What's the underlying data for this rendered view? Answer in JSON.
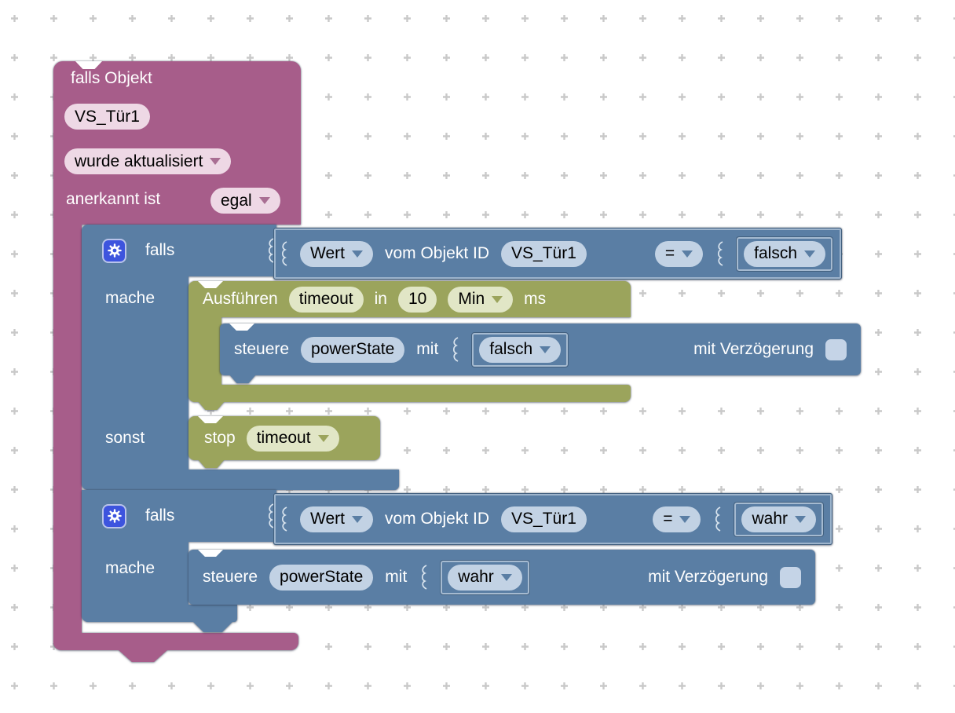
{
  "colors": {
    "magenta": "#a75d8a",
    "magenta_field": "#eed8e5",
    "blue": "#5a7ea4",
    "blue_field": "#c2d2e4",
    "olive": "#9ba45c",
    "olive_field": "#e1e6c6",
    "gear_button": "#3d54de",
    "grid_cross": "#c9c9c9"
  },
  "icons": {
    "gear": "gear-icon",
    "dropdown_arrow": "chevron-down-icon",
    "checkbox": "checkbox-unchecked-icon",
    "value_connector": "puzzle-connector-icon"
  },
  "trigger": {
    "title": "falls Objekt",
    "object_id": "VS_Tür1",
    "event": "wurde aktualisiert",
    "ack_label": "anerkannt ist",
    "ack_value": "egal"
  },
  "if1": {
    "keyword": "falls",
    "do_label": "mache",
    "else_label": "sonst",
    "cond": {
      "selector": "Wert",
      "of_label": "vom Objekt ID",
      "object_id": "VS_Tür1",
      "operator": "=",
      "value": "falsch"
    }
  },
  "timeout": {
    "action": "Ausführen",
    "name": "timeout",
    "in_label": "in",
    "delay": "10",
    "unit": "Min",
    "unit_suffix": "ms"
  },
  "set1": {
    "verb": "steuere",
    "object_id": "powerState",
    "with_label": "mit",
    "value": "falsch",
    "delay_label": "mit Verzögerung"
  },
  "stop": {
    "verb": "stop",
    "name": "timeout"
  },
  "if2": {
    "keyword": "falls",
    "do_label": "mache",
    "cond": {
      "selector": "Wert",
      "of_label": "vom Objekt ID",
      "object_id": "VS_Tür1",
      "operator": "=",
      "value": "wahr"
    }
  },
  "set2": {
    "verb": "steuere",
    "object_id": "powerState",
    "with_label": "mit",
    "value": "wahr",
    "delay_label": "mit Verzögerung"
  }
}
